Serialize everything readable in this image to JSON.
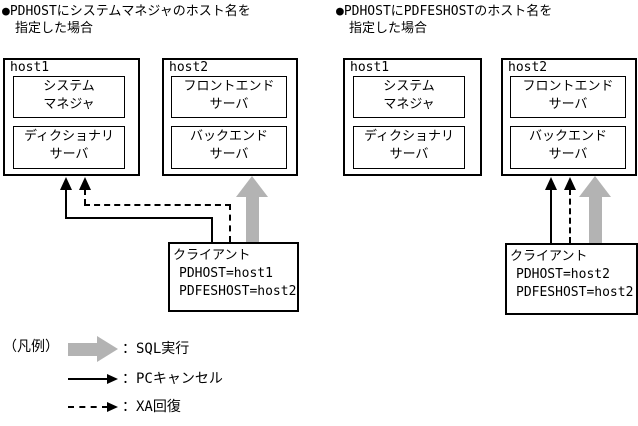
{
  "colors": {
    "background": "#ffffff",
    "line_black": "#000000",
    "arrow_gray": "#b3b3b3"
  },
  "panels": [
    {
      "title_line1": "●PDHOSTにシステムマネジャのホスト名を",
      "title_line2": "指定した場合",
      "host1": {
        "label": "host1",
        "servers": [
          {
            "line1": "システム",
            "line2": "マネジャ"
          },
          {
            "line1": "ディクショナリ",
            "line2": "サーバ"
          }
        ]
      },
      "host2": {
        "label": "host2",
        "servers": [
          {
            "line1": "フロントエンド",
            "line2": "サーバ"
          },
          {
            "line1": "バックエンド",
            "line2": "サーバ"
          }
        ]
      },
      "client": {
        "title": "クライアント",
        "param1": "PDHOST=host1",
        "param2": "PDFESHOST=host2"
      }
    },
    {
      "title_line1": "●PDHOSTにPDFESHOSTのホスト名を",
      "title_line2": "指定した場合",
      "host1": {
        "label": "host1",
        "servers": [
          {
            "line1": "システム",
            "line2": "マネジャ"
          },
          {
            "line1": "ディクショナリ",
            "line2": "サーバ"
          }
        ]
      },
      "host2": {
        "label": "host2",
        "servers": [
          {
            "line1": "フロントエンド",
            "line2": "サーバ"
          },
          {
            "line1": "バックエンド",
            "line2": "サーバ"
          }
        ]
      },
      "client": {
        "title": "クライアント",
        "param1": "PDHOST=host2",
        "param2": "PDFESHOST=host2"
      }
    }
  ],
  "legend": {
    "label": "（凡例）",
    "items": [
      {
        "symbol": "sql-gray-arrow",
        "text": "：SQL実行"
      },
      {
        "symbol": "pc-cancel-solid-arrow",
        "text": "：PCキャンセル"
      },
      {
        "symbol": "xa-recovery-dashed-arrow",
        "text": "：XA回復"
      }
    ]
  }
}
